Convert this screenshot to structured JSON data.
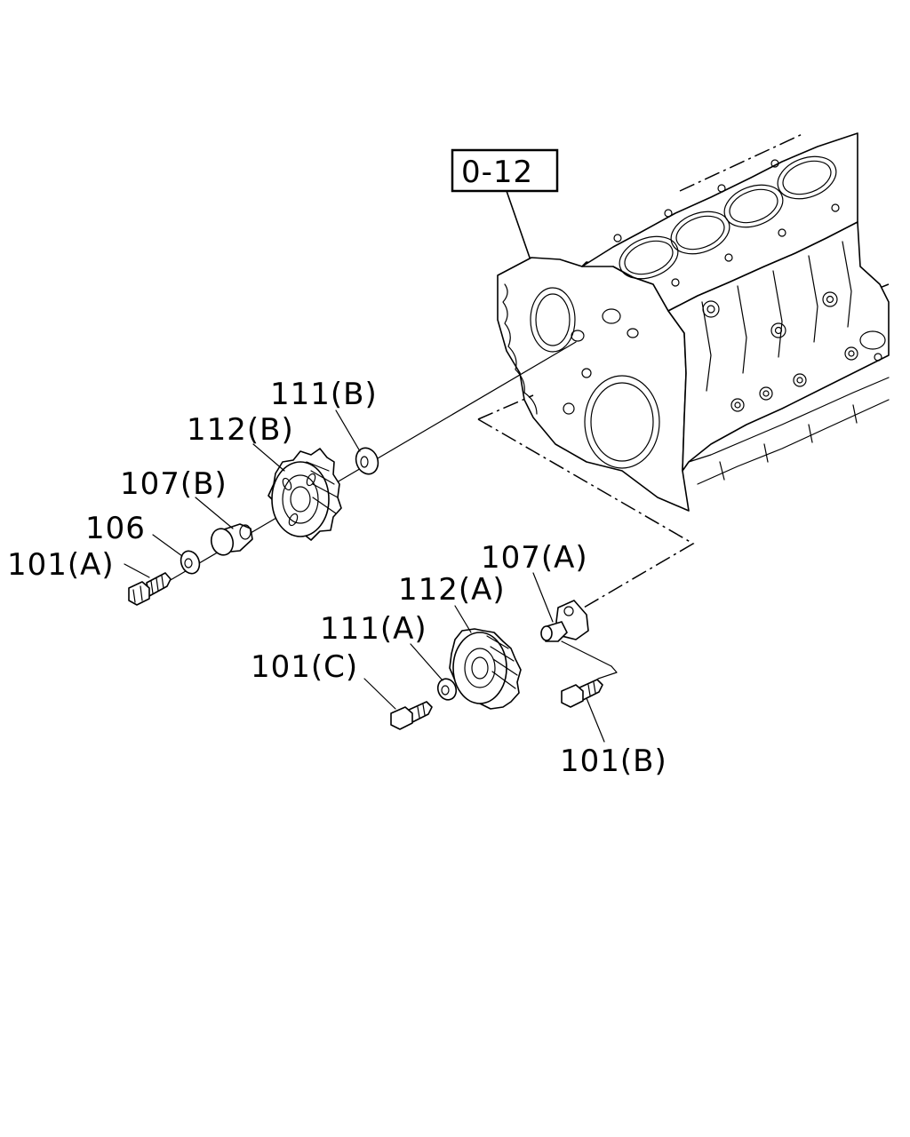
{
  "reference": {
    "label": "0-12"
  },
  "callouts": {
    "p101A": "101(A)",
    "p101B": "101(B)",
    "p101C": "101(C)",
    "p106": "106",
    "p107A": "107(A)",
    "p107B": "107(B)",
    "p111A": "111(A)",
    "p111B": "111(B)",
    "p112A": "112(A)",
    "p112B": "112(B)"
  }
}
